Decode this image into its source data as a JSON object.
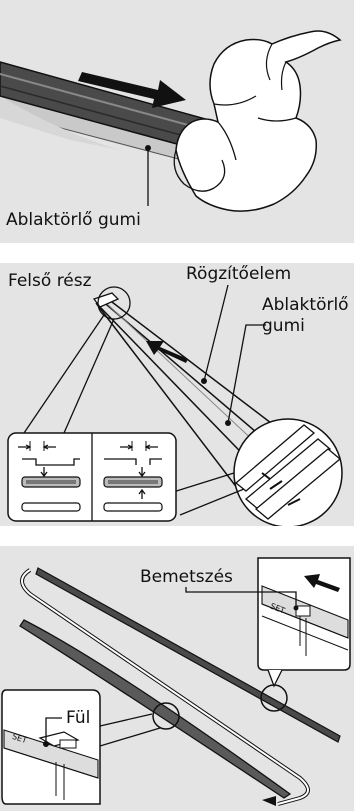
{
  "panels": [
    {
      "labels": {
        "rubber": "Ablaktörlő gumi"
      }
    },
    {
      "labels": {
        "top": "Felső rész",
        "retainer": "Rögzítőelem",
        "rubber_line1": "Ablaktörlő",
        "rubber_line2": "gumi"
      }
    },
    {
      "labels": {
        "notch": "Bemetszés",
        "tab": "Fül",
        "set_mark_1": "SET",
        "set_mark_2": "SET"
      }
    }
  ],
  "colors": {
    "panel_bg": "#e4e4e4",
    "line": "#111111",
    "blade_dark": "#4a4a4a",
    "blade_mid": "#7a7a7a"
  }
}
